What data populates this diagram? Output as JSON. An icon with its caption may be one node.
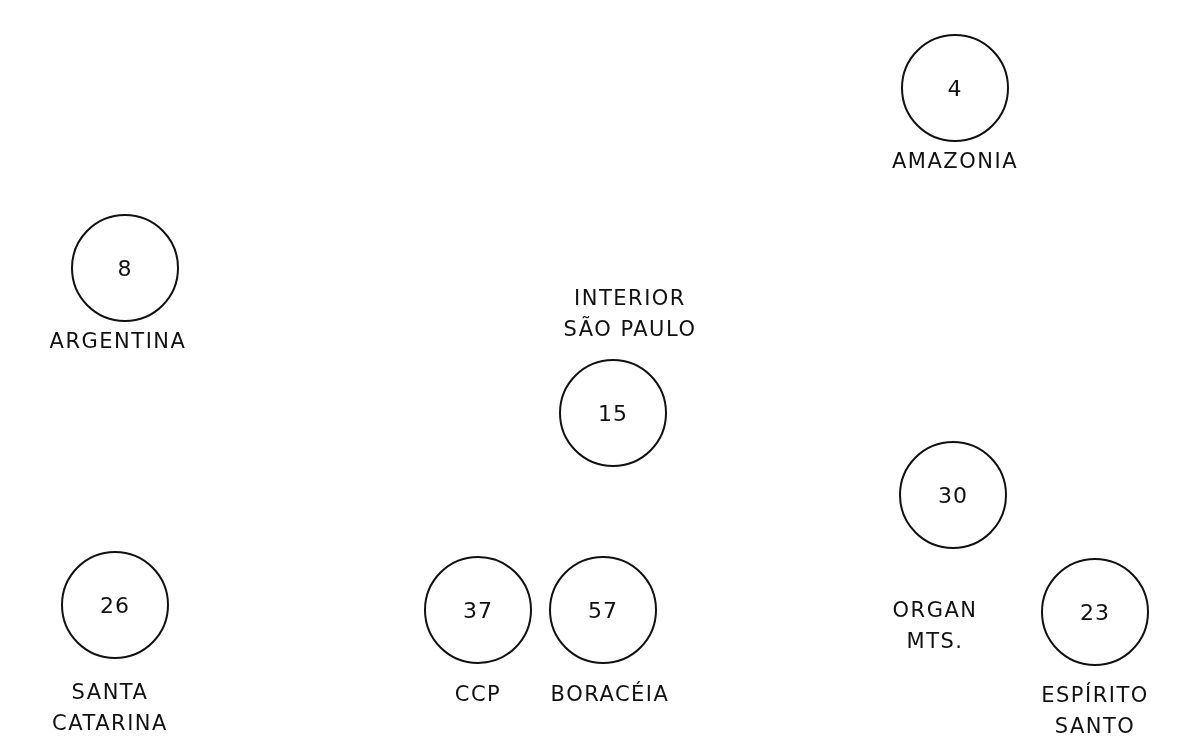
{
  "diagram": {
    "nodes": [
      {
        "text": [
          "4"
        ],
        "beside": [
          "AMAZONIA"
        ]
      },
      {
        "text": [
          "8"
        ],
        "beside": [
          "ARGENTINA"
        ]
      },
      {
        "text": [
          "15"
        ],
        "beside": [
          "INTERIOR SÃO PAULO"
        ]
      },
      {
        "text": [
          "30"
        ],
        "beside": [
          "ORGAN MTS."
        ]
      },
      {
        "text": [
          "26"
        ],
        "beside": [
          "SANTA CATARINA"
        ]
      },
      {
        "text": [
          "37"
        ],
        "beside": [
          "CCP"
        ]
      },
      {
        "text": [
          "57"
        ],
        "beside": [
          "BORACÉIA"
        ]
      },
      {
        "text": [
          "23"
        ],
        "beside": [
          "ESPÍRITO SANTO"
        ]
      }
    ]
  }
}
